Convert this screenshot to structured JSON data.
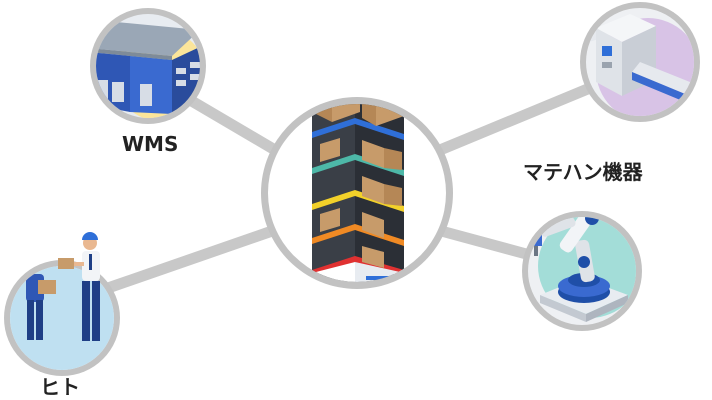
{
  "nodes": {
    "wms": {
      "label": "WMS",
      "icon": "warehouse-building-icon",
      "accent": "#fbe59a"
    },
    "mh": {
      "label": "マテハン機器",
      "icon": "conveyor-scanner-icon",
      "accent": "#d8c3e6"
    },
    "robot": {
      "label": "",
      "icon": "robot-arm-icon",
      "accent": "#a3ddd8"
    },
    "hito": {
      "label": "ヒト",
      "icon": "workers-icon",
      "accent": "#bfe0f1"
    },
    "hub": {
      "label": "",
      "icon": "storage-robot-shelf-icon",
      "accent": "#ffffff"
    }
  },
  "colors": {
    "connector": "#c8c8c8",
    "ring": "#c2c2c2",
    "shelf_levels": [
      "#2f6fd8",
      "#4db8a8",
      "#f2d12a",
      "#f08a24",
      "#e03131"
    ],
    "box": "#c79b6a"
  }
}
